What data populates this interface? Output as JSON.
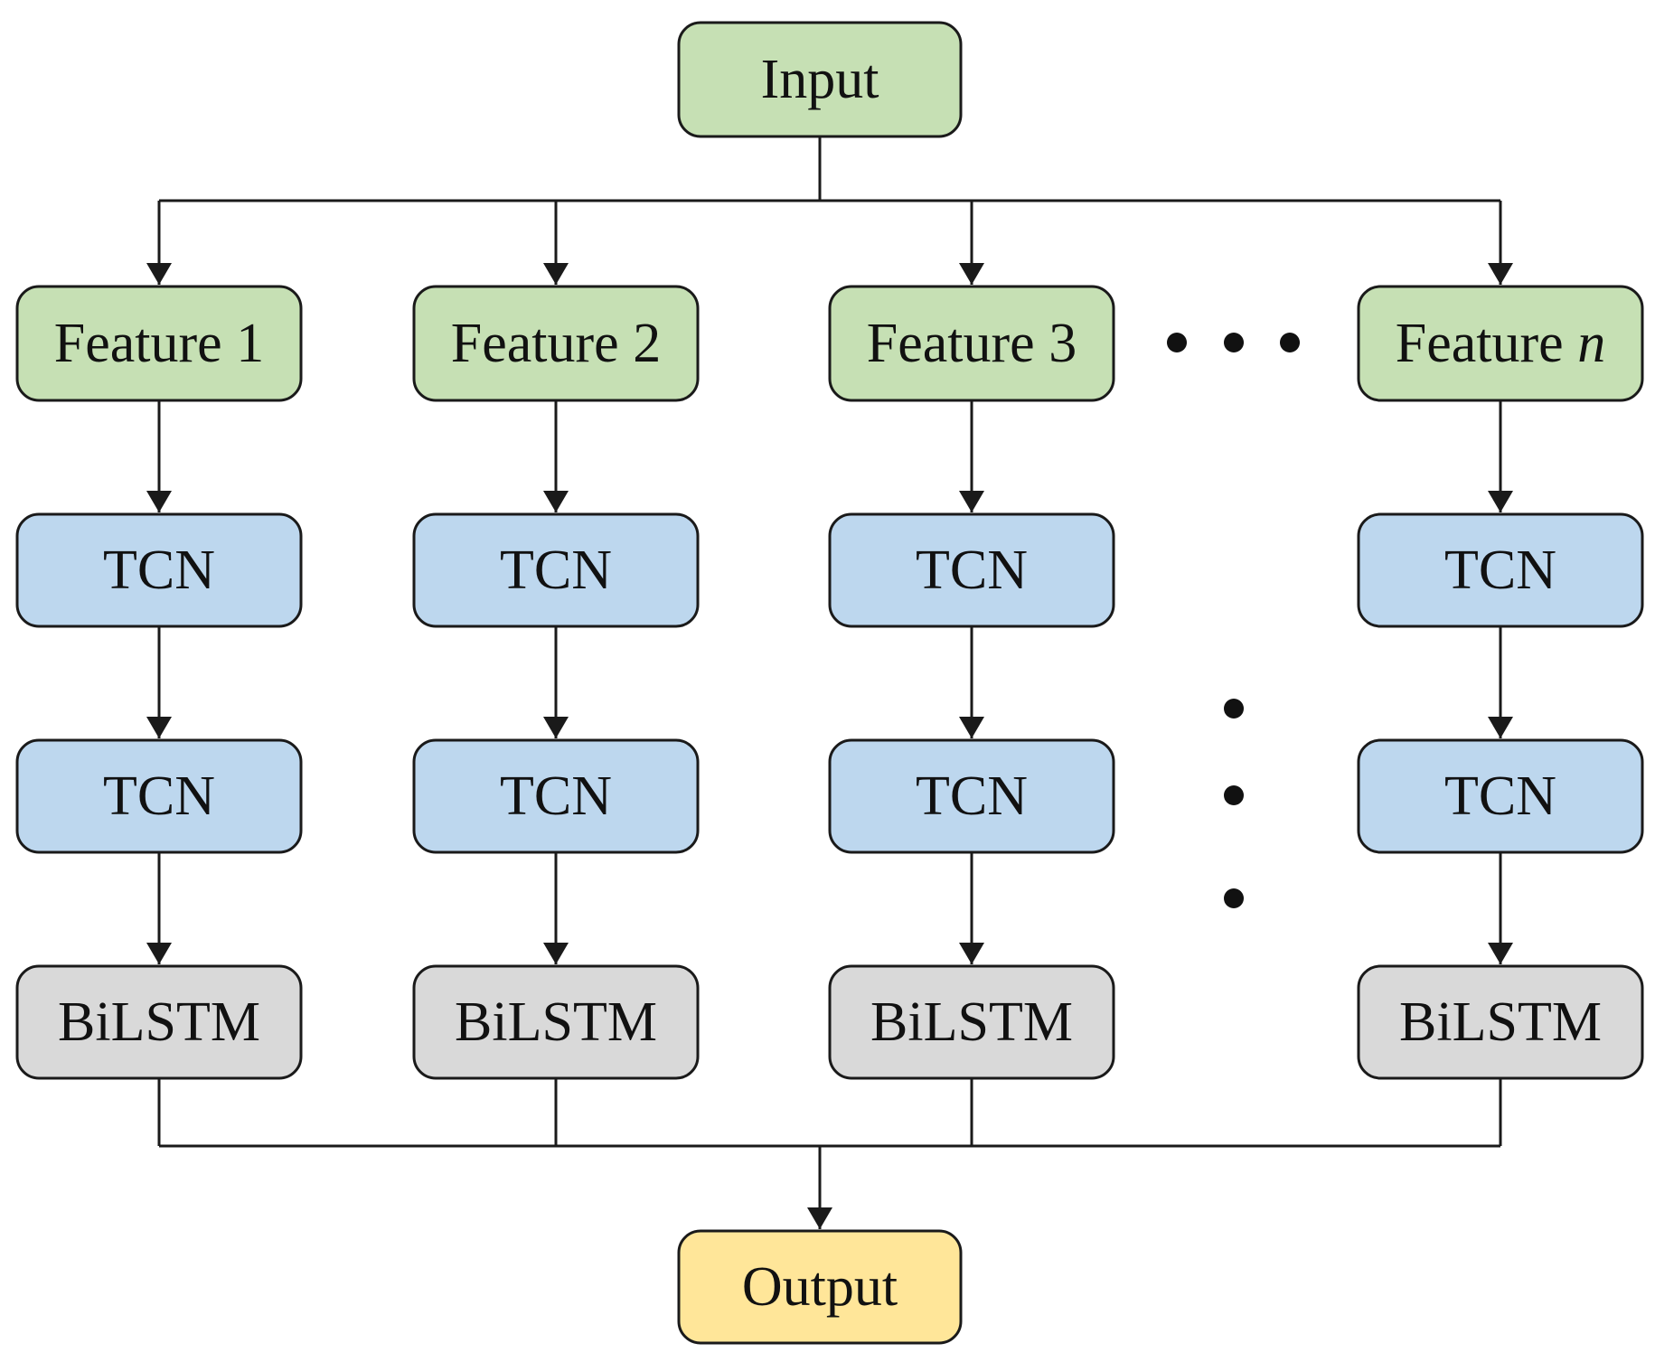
{
  "colors": {
    "input_fill": "#c6e0b4",
    "feature_fill": "#c6e0b4",
    "tcn_fill": "#bdd7ee",
    "bilstm_fill": "#d9d9d9",
    "output_fill": "#ffe699",
    "stroke": "#1a1a1a"
  },
  "nodes": {
    "input": "Input",
    "output": "Output",
    "columns": [
      {
        "feature_prefix": "Feature ",
        "feature_suffix": "1",
        "suffix_italic": false,
        "tcn1": "TCN",
        "tcn2": "TCN",
        "bilstm": "BiLSTM"
      },
      {
        "feature_prefix": "Feature ",
        "feature_suffix": "2",
        "suffix_italic": false,
        "tcn1": "TCN",
        "tcn2": "TCN",
        "bilstm": "BiLSTM"
      },
      {
        "feature_prefix": "Feature ",
        "feature_suffix": "3",
        "suffix_italic": false,
        "tcn1": "TCN",
        "tcn2": "TCN",
        "bilstm": "BiLSTM"
      },
      {
        "feature_prefix": "Feature ",
        "feature_suffix": "n",
        "suffix_italic": true,
        "tcn1": "TCN",
        "tcn2": "TCN",
        "bilstm": "BiLSTM"
      }
    ]
  },
  "edges": [
    [
      "input",
      "feature-1"
    ],
    [
      "input",
      "feature-2"
    ],
    [
      "input",
      "feature-3"
    ],
    [
      "input",
      "feature-n"
    ],
    [
      "feature-1",
      "tcn1-1"
    ],
    [
      "feature-2",
      "tcn1-2"
    ],
    [
      "feature-3",
      "tcn1-3"
    ],
    [
      "feature-n",
      "tcn1-n"
    ],
    [
      "tcn1-1",
      "tcn2-1"
    ],
    [
      "tcn1-2",
      "tcn2-2"
    ],
    [
      "tcn1-3",
      "tcn2-3"
    ],
    [
      "tcn1-n",
      "tcn2-n"
    ],
    [
      "tcn2-1",
      "bilstm-1"
    ],
    [
      "tcn2-2",
      "bilstm-2"
    ],
    [
      "tcn2-3",
      "bilstm-3"
    ],
    [
      "tcn2-n",
      "bilstm-n"
    ],
    [
      "bilstm-1",
      "output"
    ],
    [
      "bilstm-2",
      "output"
    ],
    [
      "bilstm-3",
      "output"
    ],
    [
      "bilstm-n",
      "output"
    ]
  ]
}
